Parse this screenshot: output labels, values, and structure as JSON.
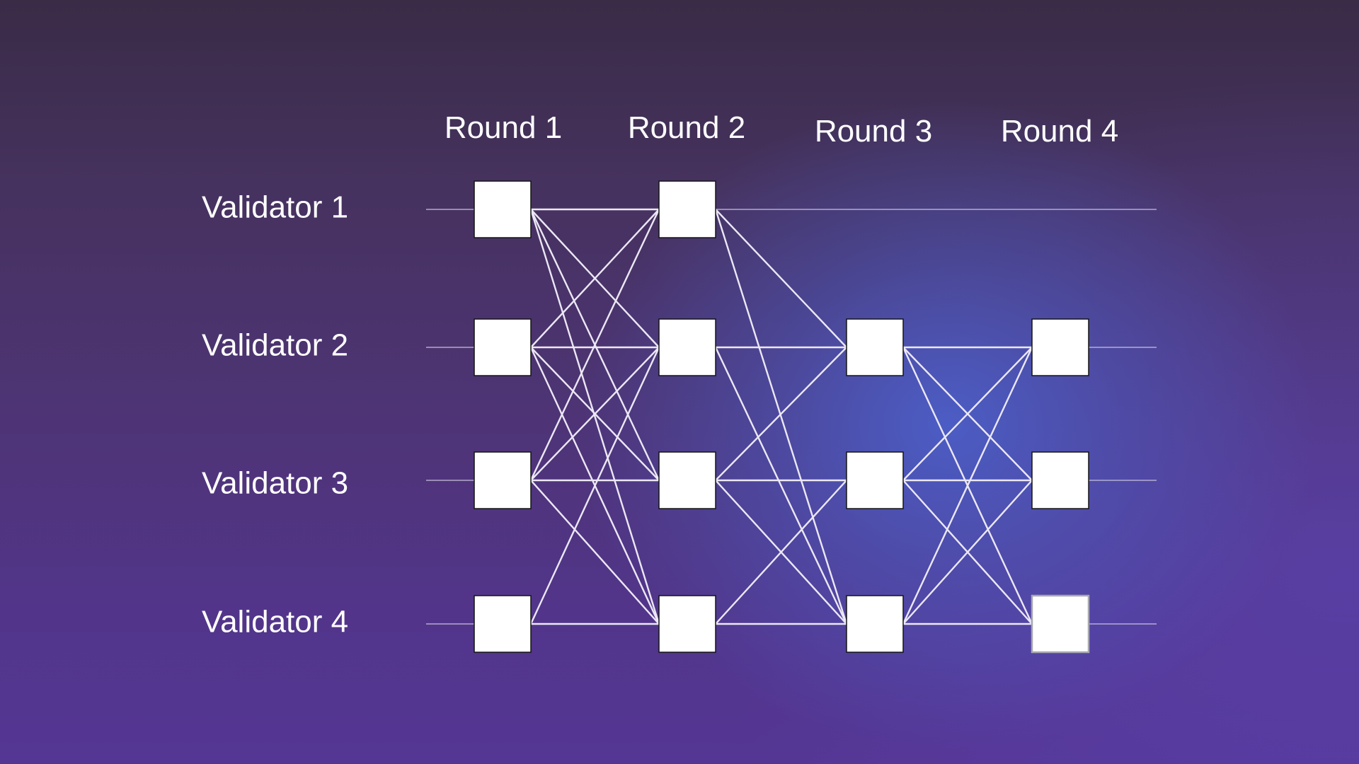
{
  "rounds": [
    {
      "label": "Round 1"
    },
    {
      "label": "Round 2"
    },
    {
      "label": "Round 3"
    },
    {
      "label": "Round 4"
    }
  ],
  "validators": [
    {
      "label": "Validator 1"
    },
    {
      "label": "Validator 2"
    },
    {
      "label": "Validator 3"
    },
    {
      "label": "Validator 4"
    }
  ],
  "vertices": [
    {
      "round": 1,
      "validator": 1
    },
    {
      "round": 1,
      "validator": 2
    },
    {
      "round": 1,
      "validator": 3
    },
    {
      "round": 1,
      "validator": 4
    },
    {
      "round": 2,
      "validator": 1
    },
    {
      "round": 2,
      "validator": 2
    },
    {
      "round": 2,
      "validator": 3
    },
    {
      "round": 2,
      "validator": 4
    },
    {
      "round": 3,
      "validator": 2
    },
    {
      "round": 3,
      "validator": 3
    },
    {
      "round": 3,
      "validator": 4
    },
    {
      "round": 4,
      "validator": 2
    },
    {
      "round": 4,
      "validator": 3
    },
    {
      "round": 4,
      "validator": 4,
      "status": "pending"
    }
  ],
  "edges": [
    {
      "from": [
        1,
        1
      ],
      "to": [
        2,
        1
      ]
    },
    {
      "from": [
        1,
        1
      ],
      "to": [
        2,
        2
      ]
    },
    {
      "from": [
        1,
        1
      ],
      "to": [
        2,
        3
      ]
    },
    {
      "from": [
        1,
        1
      ],
      "to": [
        2,
        4
      ]
    },
    {
      "from": [
        1,
        2
      ],
      "to": [
        2,
        1
      ]
    },
    {
      "from": [
        1,
        2
      ],
      "to": [
        2,
        2
      ]
    },
    {
      "from": [
        1,
        2
      ],
      "to": [
        2,
        3
      ]
    },
    {
      "from": [
        1,
        2
      ],
      "to": [
        2,
        4
      ]
    },
    {
      "from": [
        1,
        3
      ],
      "to": [
        2,
        1
      ]
    },
    {
      "from": [
        1,
        3
      ],
      "to": [
        2,
        2
      ]
    },
    {
      "from": [
        1,
        3
      ],
      "to": [
        2,
        3
      ]
    },
    {
      "from": [
        1,
        3
      ],
      "to": [
        2,
        4
      ]
    },
    {
      "from": [
        1,
        4
      ],
      "to": [
        2,
        2
      ]
    },
    {
      "from": [
        1,
        4
      ],
      "to": [
        2,
        4
      ]
    },
    {
      "from": [
        2,
        1
      ],
      "to": [
        3,
        2
      ]
    },
    {
      "from": [
        2,
        1
      ],
      "to": [
        3,
        4
      ]
    },
    {
      "from": [
        2,
        2
      ],
      "to": [
        3,
        2
      ]
    },
    {
      "from": [
        2,
        2
      ],
      "to": [
        3,
        4
      ]
    },
    {
      "from": [
        2,
        3
      ],
      "to": [
        3,
        2
      ]
    },
    {
      "from": [
        2,
        3
      ],
      "to": [
        3,
        3
      ]
    },
    {
      "from": [
        2,
        3
      ],
      "to": [
        3,
        4
      ]
    },
    {
      "from": [
        2,
        4
      ],
      "to": [
        3,
        3
      ]
    },
    {
      "from": [
        2,
        4
      ],
      "to": [
        3,
        4
      ]
    },
    {
      "from": [
        3,
        2
      ],
      "to": [
        4,
        2
      ]
    },
    {
      "from": [
        3,
        2
      ],
      "to": [
        4,
        3
      ]
    },
    {
      "from": [
        3,
        2
      ],
      "to": [
        4,
        4
      ]
    },
    {
      "from": [
        3,
        3
      ],
      "to": [
        4,
        2
      ]
    },
    {
      "from": [
        3,
        3
      ],
      "to": [
        4,
        3
      ]
    },
    {
      "from": [
        3,
        3
      ],
      "to": [
        4,
        4
      ]
    },
    {
      "from": [
        3,
        4
      ],
      "to": [
        4,
        2
      ]
    },
    {
      "from": [
        3,
        4
      ],
      "to": [
        4,
        3
      ]
    },
    {
      "from": [
        3,
        4
      ],
      "to": [
        4,
        4
      ]
    }
  ],
  "colors": {
    "background_top": "#3a2b47",
    "background_bottom": "#543694",
    "glow": "#4b5fc8",
    "vertex_fill": "#ffffff",
    "edge": "#ece8f6"
  }
}
